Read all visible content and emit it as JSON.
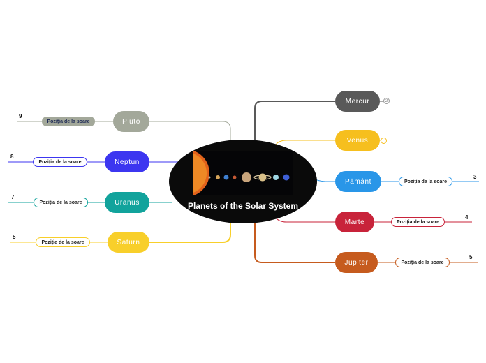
{
  "central": {
    "title": "Planets of the Solar System"
  },
  "colors": {
    "mercur": "#595959",
    "venus": "#f6bf1e",
    "pamant": "#2996e8",
    "marte": "#c8233a",
    "jupiter": "#c65b1e",
    "pluto": "#a3a89a",
    "neptun": "#3c36f0",
    "uranus": "#12a39c",
    "saturn": "#f8cf2a"
  },
  "planets": {
    "mercur": {
      "label": "Mercur",
      "badge": "2"
    },
    "venus": {
      "label": "Venus",
      "badge": ""
    },
    "pamant": {
      "label": "Pământ",
      "sub": "Poziția de la soare",
      "number": "3"
    },
    "marte": {
      "label": "Marte",
      "sub": "Poziția de la soare",
      "number": "4"
    },
    "jupiter": {
      "label": "Jupiter",
      "sub": "Poziția de la soare",
      "number": "5"
    },
    "pluto": {
      "label": "Pluto",
      "sub": "Poziția de la soare",
      "number": "9"
    },
    "neptun": {
      "label": "Neptun",
      "sub": "Poziția de la soare",
      "number": "8"
    },
    "uranus": {
      "label": "Uranus",
      "sub": "Poziția de la soare",
      "number": "7"
    },
    "saturn": {
      "label": "Saturn",
      "sub": "Poziție de la soare",
      "number": "5"
    }
  }
}
